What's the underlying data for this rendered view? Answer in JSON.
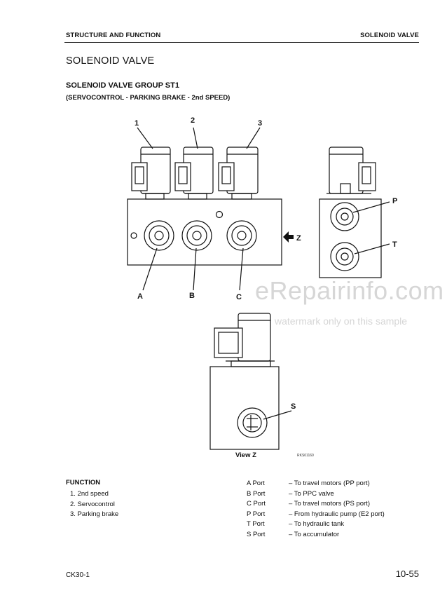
{
  "header": {
    "left": "STRUCTURE AND FUNCTION",
    "right": "SOLENOID VALVE"
  },
  "title": "SOLENOID VALVE",
  "subtitle": "SOLENOID VALVE GROUP ST1",
  "subsubtitle": "(SERVOCONTROL - PARKING BRAKE - 2nd SPEED)",
  "diagram": {
    "callouts_top": [
      "1",
      "2",
      "3"
    ],
    "callouts_bottom": [
      "A",
      "B",
      "C"
    ],
    "arrow_label": "Z",
    "side_labels": [
      "P",
      "T"
    ],
    "view_label_s": "S",
    "view_caption": "View Z",
    "figure_code": "RKS01160"
  },
  "watermark": {
    "main": "eRepairinfo.com",
    "sub": "watermark only on this sample"
  },
  "function": {
    "heading": "FUNCTION",
    "items": [
      "1.  2nd speed",
      "2.  Servocontrol",
      "3.  Parking brake"
    ]
  },
  "ports": [
    {
      "code": "A Port",
      "desc": "–  To travel motors (PP port)"
    },
    {
      "code": "B Port",
      "desc": "–  To PPC valve"
    },
    {
      "code": "C Port",
      "desc": "–  To travel motors (PS port)"
    },
    {
      "code": "P Port",
      "desc": "–  From hydraulic pump (E2 port)"
    },
    {
      "code": "T Port",
      "desc": "–  To hydraulic tank"
    },
    {
      "code": "S Port",
      "desc": "–  To accumulator"
    }
  ],
  "footer": {
    "left": "CK30-1",
    "right": "10-55"
  }
}
